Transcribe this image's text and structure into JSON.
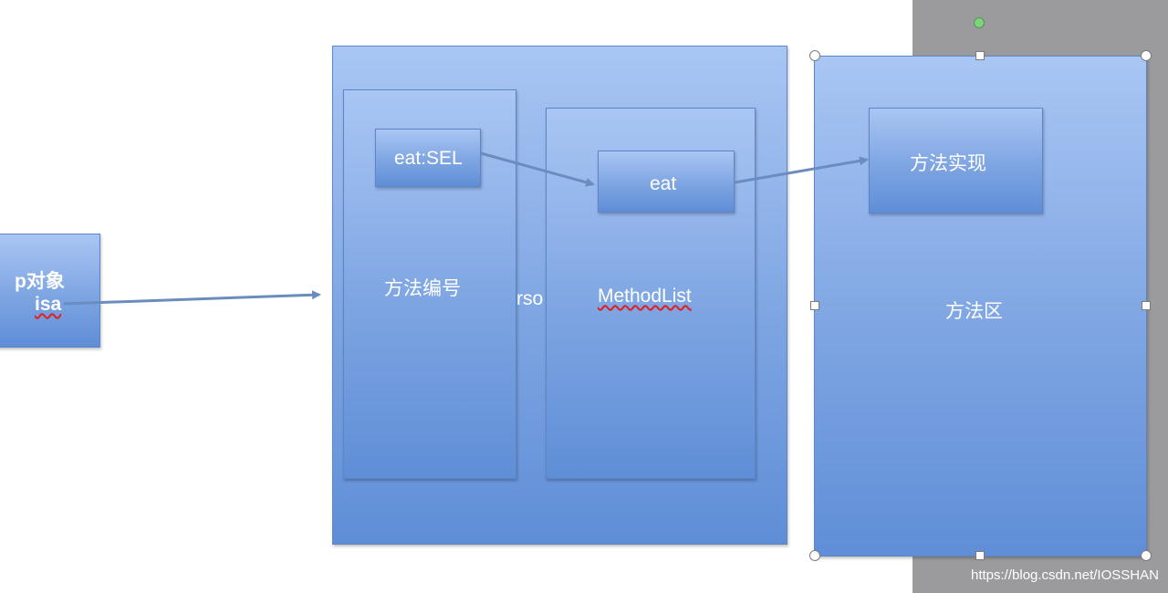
{
  "boxes": {
    "p_object_title": "p对象",
    "p_object_isa": "isa",
    "selector_list": "方法编号",
    "sel": "eat:SEL",
    "rso": "rso",
    "method_list": "MethodList",
    "method_eat": "eat",
    "method_area": "方法区",
    "implementation": "方法实现"
  },
  "watermark": "https://blog.csdn.net/IOSSHAN",
  "colors": {
    "box_fill_top": "#a9c6f4",
    "box_fill_bottom": "#5f8ed7",
    "arrow": "#6a8cbf",
    "slide_right": "#9b9b9d"
  }
}
